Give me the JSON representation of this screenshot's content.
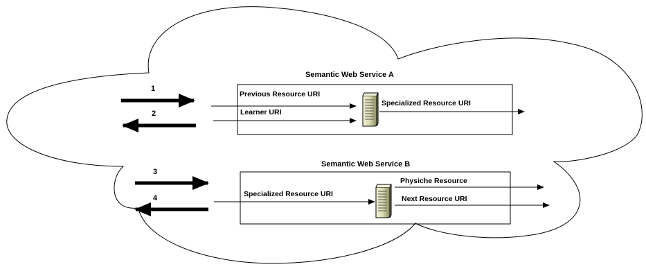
{
  "steps": [
    "1",
    "2",
    "3",
    "4"
  ],
  "service_a": {
    "title": "Semantic Web Service A",
    "inputs": [
      "Previous Resource URI",
      "Learner URI"
    ],
    "output": "Specialized Resource URI",
    "icon": "server-icon"
  },
  "service_b": {
    "title": "Semantic Web Service B",
    "input": "Specialized Resource URI",
    "outputs": [
      "Physiche Resource",
      "Next Resource URI"
    ],
    "icon": "server-icon"
  },
  "colors": {
    "stroke": "#000000",
    "server_body": "#d9d9b0",
    "server_dark": "#8a8a60",
    "server_light": "#f2f2dc"
  }
}
